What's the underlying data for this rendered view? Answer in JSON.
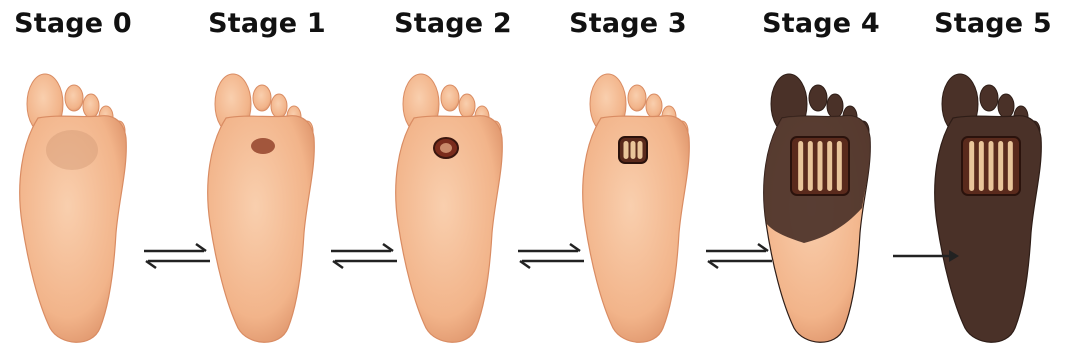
{
  "stages": [
    {
      "label": "Stage 0"
    },
    {
      "label": "Stage 1"
    },
    {
      "label": "Stage 2"
    },
    {
      "label": "Stage 3"
    },
    {
      "label": "Stage 4"
    },
    {
      "label": "Stage 5"
    }
  ],
  "transitions": [
    "reversible",
    "reversible",
    "reversible",
    "reversible",
    "one-way"
  ],
  "colors": {
    "skin": "#f2b48a",
    "skin_shadow": "#d98c63",
    "necrotic": "#4a3128",
    "necrotic_dark": "#2e1d17",
    "bone": "#e9c59a",
    "arrow": "#222222"
  }
}
